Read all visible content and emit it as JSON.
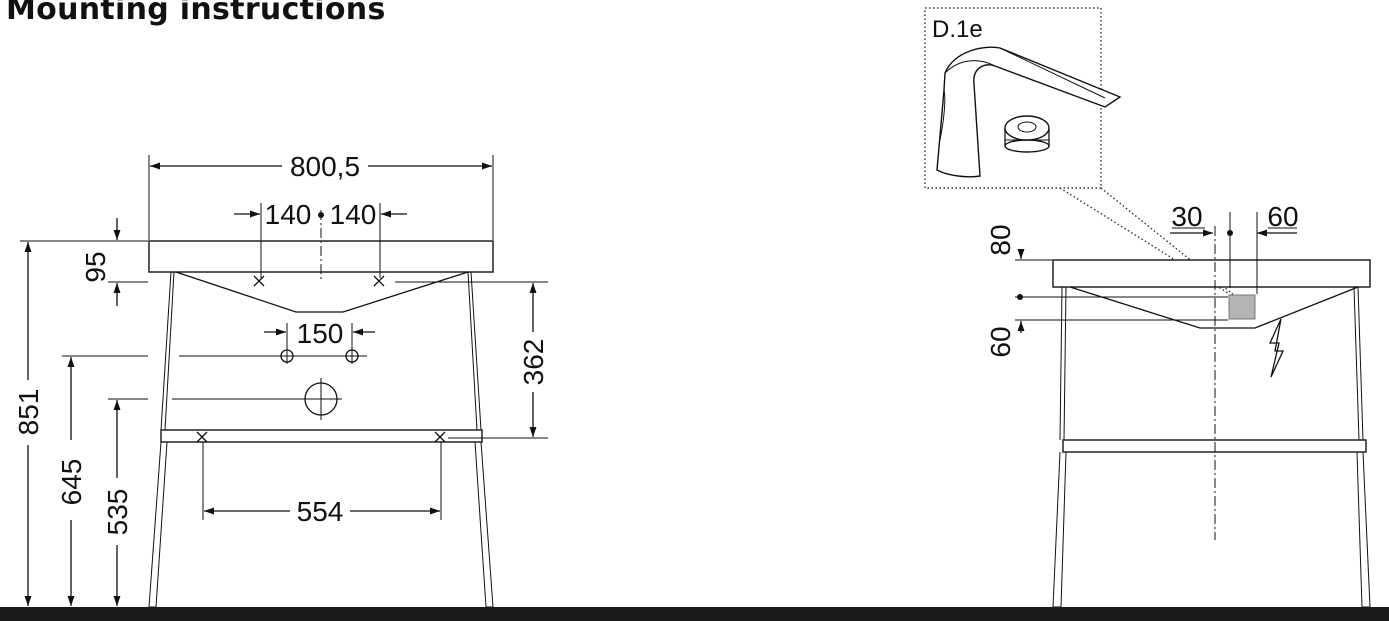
{
  "title": "Mounting instructions",
  "detail_label": "D.1e",
  "front_view": {
    "width": "800,5",
    "hole_offset_left": "140",
    "hole_offset_right": "140",
    "tap_hole_spacing": "150",
    "frame_bar_spacing": "554",
    "height_total": "851",
    "height_tap_holes": "645",
    "height_waste": "535",
    "rim_depth": "95",
    "basin_depth": "362"
  },
  "side_view": {
    "offset_left": "30",
    "offset_right": "60",
    "height_top": "80",
    "height_box": "60"
  },
  "colors": {
    "line": "#111111",
    "floor": "#1a1a1a",
    "junction_box": "#b3b3b3"
  },
  "icons": [
    "faucet-icon",
    "control-knob-icon",
    "electric-lightning-icon"
  ]
}
